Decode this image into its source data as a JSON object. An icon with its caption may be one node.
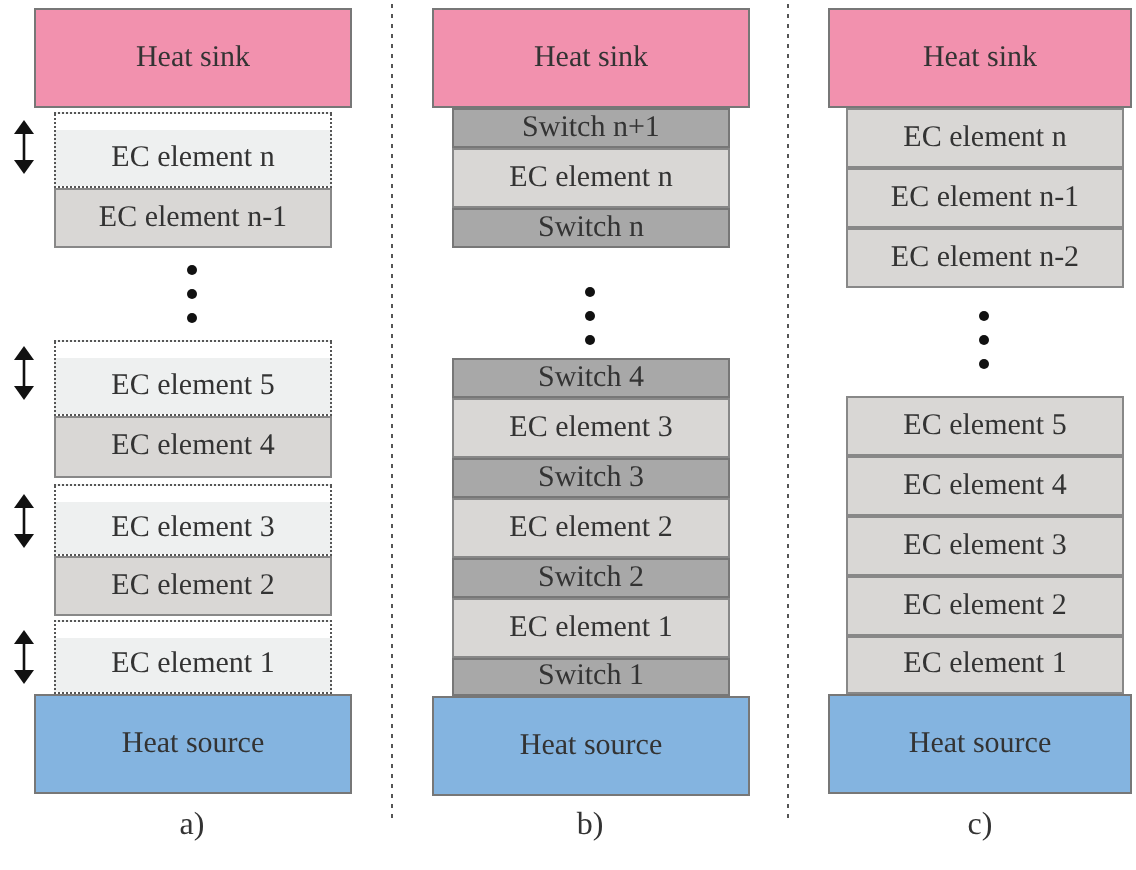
{
  "diagram": {
    "nodes": [
      {
        "text": [
          "Heat sink"
        ]
      },
      {
        "text": [
          "EC element n"
        ]
      },
      {
        "text": [
          "EC element n-1"
        ]
      },
      {
        "text": [
          "EC element 5"
        ]
      },
      {
        "text": [
          "EC element 4"
        ]
      },
      {
        "text": [
          "EC element 3"
        ]
      },
      {
        "text": [
          "EC element 2"
        ]
      },
      {
        "text": [
          "EC element 1"
        ]
      },
      {
        "text": [
          "Heat source"
        ]
      },
      {
        "text": [
          "Heat sink"
        ]
      },
      {
        "text": [
          "Switch n+1"
        ]
      },
      {
        "text": [
          "EC element n"
        ]
      },
      {
        "text": [
          "Switch n"
        ]
      },
      {
        "text": [
          "Switch 4"
        ]
      },
      {
        "text": [
          "EC element 3"
        ]
      },
      {
        "text": [
          "Switch 3"
        ]
      },
      {
        "text": [
          "EC element 2"
        ]
      },
      {
        "text": [
          "Switch 2"
        ]
      },
      {
        "text": [
          "EC element 1"
        ]
      },
      {
        "text": [
          "Switch 1"
        ]
      },
      {
        "text": [
          "Heat source"
        ]
      },
      {
        "text": [
          "Heat sink"
        ]
      },
      {
        "text": [
          "EC element n"
        ]
      },
      {
        "text": [
          "EC element n-1"
        ]
      },
      {
        "text": [
          "EC element n-2"
        ]
      },
      {
        "text": [
          "EC element 5"
        ]
      },
      {
        "text": [
          "EC element 4"
        ]
      },
      {
        "text": [
          "EC element 3"
        ]
      },
      {
        "text": [
          "EC element 2"
        ]
      },
      {
        "text": [
          "EC element 1"
        ]
      },
      {
        "text": [
          "Heat source"
        ]
      }
    ],
    "edges": [],
    "labels": [
      "a)",
      "b)",
      "c)"
    ]
  }
}
